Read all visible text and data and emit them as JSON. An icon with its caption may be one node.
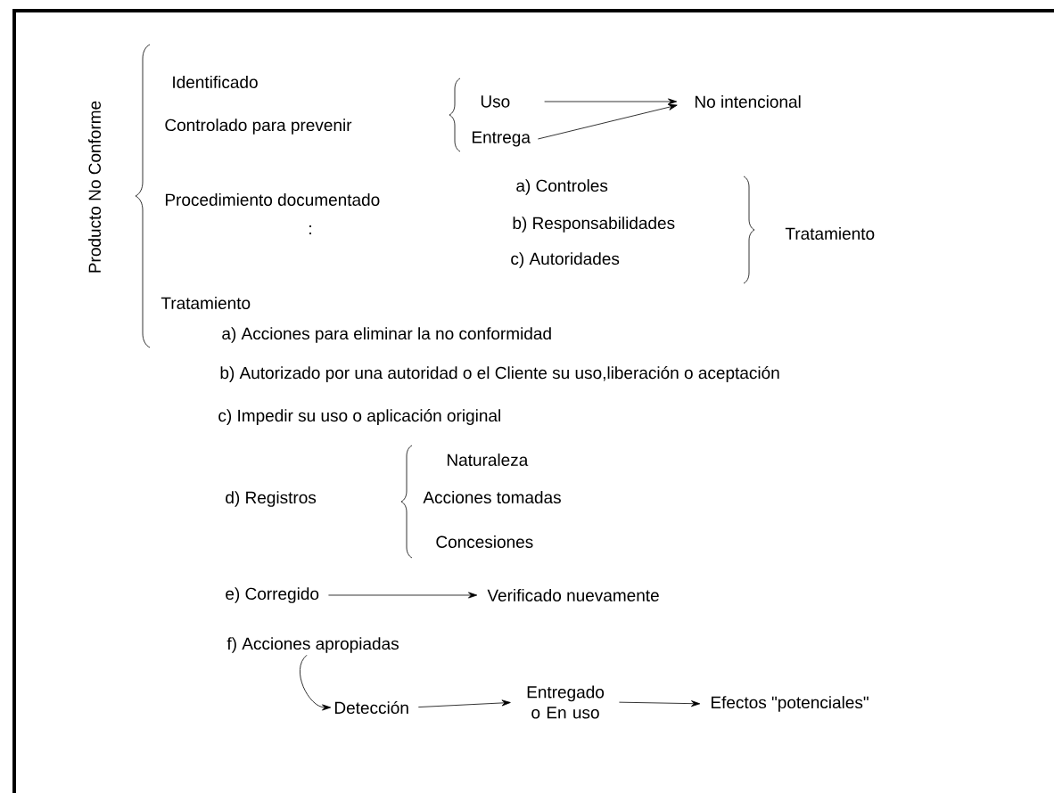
{
  "diagram": {
    "nodes": [
      {
        "text": [
          "Uso"
        ]
      },
      {
        "text": [
          "Entrega"
        ]
      },
      {
        "text": [
          "No intencional"
        ]
      },
      {
        "text": [
          "e) Corregido"
        ]
      },
      {
        "text": [
          "Verificado nuevamente"
        ]
      },
      {
        "text": [
          "f) Acciones apropiadas"
        ]
      },
      {
        "text": [
          "Detección"
        ]
      },
      {
        "text": [
          "Entregado o En uso"
        ]
      },
      {
        "text": [
          "Efectos \"potenciales\""
        ]
      }
    ],
    "edges": [
      {
        "from": 0,
        "to": 2,
        "arrow": "to"
      },
      {
        "from": 1,
        "to": 2,
        "arrow": "to"
      },
      {
        "from": 3,
        "to": 4,
        "arrow": "to"
      },
      {
        "from": 5,
        "to": 6,
        "arrow": "to"
      },
      {
        "from": 6,
        "to": 7,
        "arrow": "to"
      },
      {
        "from": 7,
        "to": 8,
        "arrow": "to"
      }
    ],
    "labels": [
      "Producto No Conforme",
      "Identificado",
      "Controlado para prevenir",
      "Procedimiento documentado",
      ":",
      "a) Controles",
      "b) Responsabilidades",
      "c) Autoridades",
      "Tratamiento",
      "Tratamiento",
      "a) Acciones para eliminar la no conformidad",
      "b) Autorizado por una autoridad o el Cliente su uso,liberación o aceptación",
      "c) Impedir su uso o aplicación original",
      "d) Registros",
      "Naturaleza",
      "Acciones tomadas",
      "Concesiones"
    ]
  }
}
